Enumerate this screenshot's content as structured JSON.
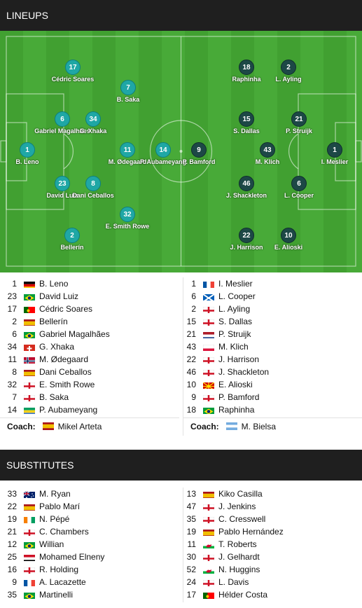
{
  "lineups_header": "LINEUPS",
  "substitutes_header": "SUBSTITUTES",
  "pitch": {
    "home": [
      {
        "num": "1",
        "name": "B. Leno"
      },
      {
        "num": "6",
        "name": "Gabriel Magalhães"
      },
      {
        "num": "23",
        "name": "David Luiz"
      },
      {
        "num": "17",
        "name": "Cédric Soares"
      },
      {
        "num": "2",
        "name": "Bellerín"
      },
      {
        "num": "34",
        "name": "G. Xhaka"
      },
      {
        "num": "8",
        "name": "Dani Ceballos"
      },
      {
        "num": "7",
        "name": "B. Saka"
      },
      {
        "num": "11",
        "name": "M. Ødegaard"
      },
      {
        "num": "32",
        "name": "E. Smith Rowe"
      },
      {
        "num": "14",
        "name": "P. Aubameyang"
      }
    ],
    "away": [
      {
        "num": "1",
        "name": "I. Meslier"
      },
      {
        "num": "2",
        "name": "L. Ayling"
      },
      {
        "num": "21",
        "name": "P. Struijk"
      },
      {
        "num": "6",
        "name": "L. Cooper"
      },
      {
        "num": "10",
        "name": "E. Alioski"
      },
      {
        "num": "18",
        "name": "Raphinha"
      },
      {
        "num": "15",
        "name": "S. Dallas"
      },
      {
        "num": "43",
        "name": "M. Klich"
      },
      {
        "num": "46",
        "name": "J. Shackleton"
      },
      {
        "num": "22",
        "name": "J. Harrison"
      },
      {
        "num": "9",
        "name": "P. Bamford"
      }
    ]
  },
  "home_lineup": [
    {
      "num": "1",
      "name": "B. Leno",
      "flag": "germany"
    },
    {
      "num": "23",
      "name": "David Luiz",
      "flag": "brazil"
    },
    {
      "num": "17",
      "name": "Cédric Soares",
      "flag": "portugal"
    },
    {
      "num": "2",
      "name": "Bellerín",
      "flag": "spain"
    },
    {
      "num": "6",
      "name": "Gabriel Magalhães",
      "flag": "brazil"
    },
    {
      "num": "34",
      "name": "G. Xhaka",
      "flag": "switzerland"
    },
    {
      "num": "11",
      "name": "M. Ødegaard",
      "flag": "norway"
    },
    {
      "num": "8",
      "name": "Dani Ceballos",
      "flag": "spain"
    },
    {
      "num": "32",
      "name": "E. Smith Rowe",
      "flag": "england"
    },
    {
      "num": "7",
      "name": "B. Saka",
      "flag": "england"
    },
    {
      "num": "14",
      "name": "P. Aubameyang",
      "flag": "gabon"
    }
  ],
  "away_lineup": [
    {
      "num": "1",
      "name": "I. Meslier",
      "flag": "france"
    },
    {
      "num": "6",
      "name": "L. Cooper",
      "flag": "scotland"
    },
    {
      "num": "2",
      "name": "L. Ayling",
      "flag": "england"
    },
    {
      "num": "15",
      "name": "S. Dallas",
      "flag": "england"
    },
    {
      "num": "21",
      "name": "P. Struijk",
      "flag": "netherlands"
    },
    {
      "num": "43",
      "name": "M. Klich",
      "flag": "poland"
    },
    {
      "num": "22",
      "name": "J. Harrison",
      "flag": "england"
    },
    {
      "num": "46",
      "name": "J. Shackleton",
      "flag": "england"
    },
    {
      "num": "10",
      "name": "E. Alioski",
      "flag": "north-macedonia"
    },
    {
      "num": "9",
      "name": "P. Bamford",
      "flag": "england"
    },
    {
      "num": "18",
      "name": "Raphinha",
      "flag": "brazil"
    }
  ],
  "coaches": {
    "label": "Coach:",
    "home": {
      "name": "Mikel Arteta",
      "flag": "spain"
    },
    "away": {
      "name": "M. Bielsa",
      "flag": "argentina"
    }
  },
  "home_subs": [
    {
      "num": "33",
      "name": "M. Ryan",
      "flag": "australia"
    },
    {
      "num": "22",
      "name": "Pablo Marí",
      "flag": "spain"
    },
    {
      "num": "19",
      "name": "N. Pépé",
      "flag": "ivory-coast"
    },
    {
      "num": "21",
      "name": "C. Chambers",
      "flag": "england"
    },
    {
      "num": "12",
      "name": "Willian",
      "flag": "brazil"
    },
    {
      "num": "25",
      "name": "Mohamed Elneny",
      "flag": "egypt"
    },
    {
      "num": "16",
      "name": "R. Holding",
      "flag": "england"
    },
    {
      "num": "9",
      "name": "A. Lacazette",
      "flag": "france"
    },
    {
      "num": "35",
      "name": "Martinelli",
      "flag": "brazil"
    }
  ],
  "away_subs": [
    {
      "num": "13",
      "name": "Kiko Casilla",
      "flag": "spain"
    },
    {
      "num": "47",
      "name": "J. Jenkins",
      "flag": "england"
    },
    {
      "num": "35",
      "name": "C. Cresswell",
      "flag": "england"
    },
    {
      "num": "19",
      "name": "Pablo Hernández",
      "flag": "spain"
    },
    {
      "num": "11",
      "name": "T. Roberts",
      "flag": "wales"
    },
    {
      "num": "30",
      "name": "J. Gelhardt",
      "flag": "england"
    },
    {
      "num": "52",
      "name": "N. Huggins",
      "flag": "wales"
    },
    {
      "num": "24",
      "name": "L. Davis",
      "flag": "england"
    },
    {
      "num": "17",
      "name": "Hélder Costa",
      "flag": "portugal"
    }
  ],
  "colors": {
    "home_disc": "#1fa7a5",
    "away_disc": "#1d4846",
    "header_bg": "#1f1f1f",
    "pitch_green": "#45a535"
  }
}
